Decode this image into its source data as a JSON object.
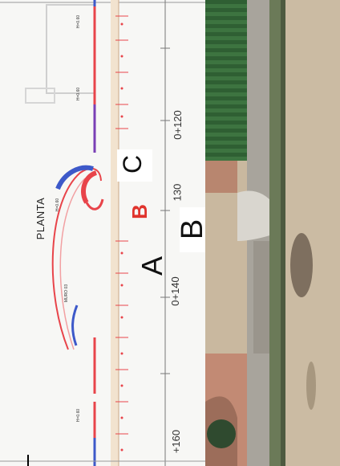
{
  "side_title": "PLANTA",
  "labels": {
    "a": "A",
    "b_red": "B",
    "b_black": "B",
    "c": "C"
  },
  "stations": {
    "s120": "0+120",
    "s130": "130",
    "s140": "0+140",
    "s160": "+160"
  },
  "notes": {
    "muro": "MURO 03",
    "h_1": "H=0.60",
    "h_2": "H=0.60",
    "h_3": "H=0.60",
    "h_4": "H=0.60"
  },
  "colors": {
    "red_line": "#e8444a",
    "blue_line": "#3d59c9",
    "purple_line": "#7a3fb5",
    "aerial_field": "#3a6b3c",
    "aerial_sand": "#c7b59b"
  }
}
